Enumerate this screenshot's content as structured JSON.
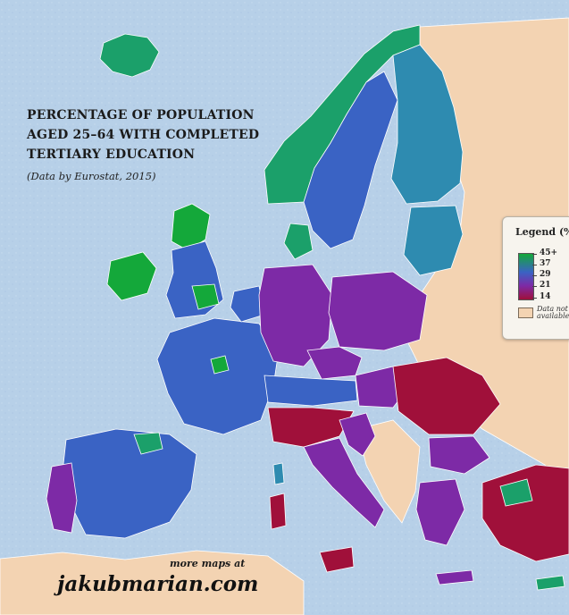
{
  "title": {
    "line1": "PERCENTAGE OF POPULATION",
    "line2": "AGED 25–64 WITH COMPLETED",
    "line3": "TERTIARY EDUCATION",
    "subtitle": "(Data by Eurostat, 2015)"
  },
  "legend": {
    "title": "Legend (%)",
    "ticks": [
      "45+",
      "37",
      "29",
      "21",
      "14"
    ],
    "na_label": "Data not available",
    "colors": {
      "high": "#14a83a",
      "upper": "#2e8bb0",
      "mid": "#3a63c4",
      "lower": "#7d2aa6",
      "low": "#a0103a",
      "na": "#f3d3b2"
    }
  },
  "credit": {
    "line1": "more maps at",
    "line2": "jakubmarian.com"
  },
  "palette": {
    "sea": "#b9d2ea",
    "border": "#ffffff"
  }
}
